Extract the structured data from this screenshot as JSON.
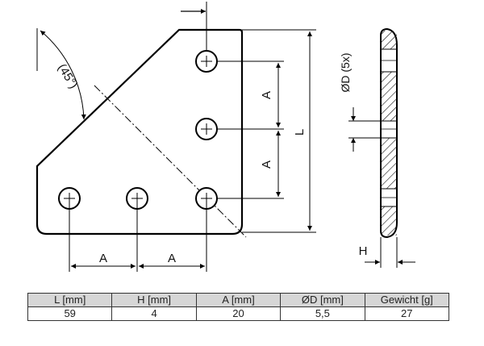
{
  "drawing": {
    "labels": {
      "angle": "(45°)",
      "a_vertical_top": "A",
      "a_vertical_bottom": "A",
      "length": "L",
      "a_horizontal_left": "A",
      "a_horizontal_right": "A",
      "diameter": "ØD (5x)",
      "thickness": "H"
    }
  },
  "table": {
    "headers": [
      "L [mm]",
      "H [mm]",
      "A [mm]",
      "ØD [mm]",
      "Gewicht [g]"
    ],
    "rows": [
      [
        "59",
        "4",
        "20",
        "5,5",
        "27"
      ]
    ]
  }
}
